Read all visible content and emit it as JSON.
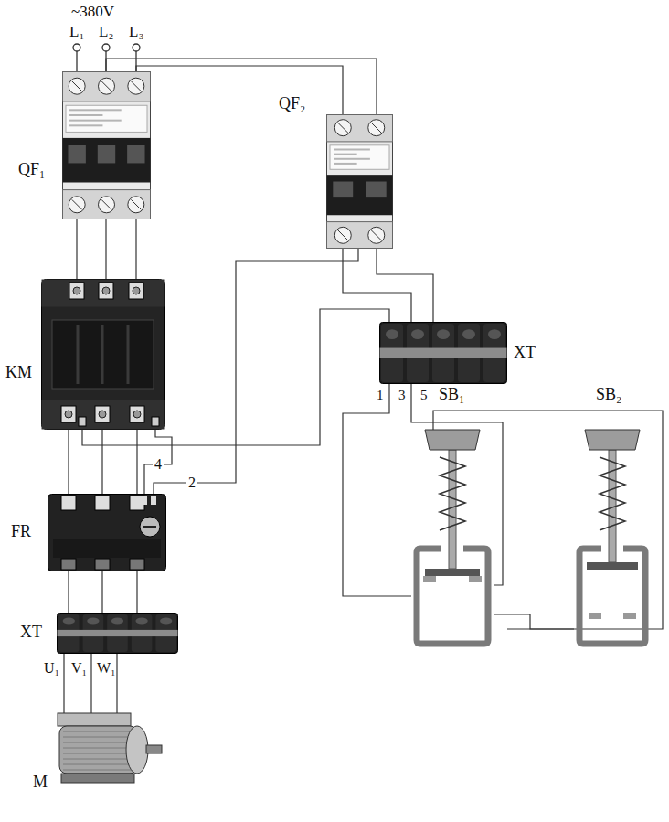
{
  "diagram": {
    "nodes": [
      {
        "text": [
          "QF₁"
        ]
      },
      {
        "text": [
          "QF₂"
        ]
      },
      {
        "text": [
          "KM"
        ]
      },
      {
        "text": [
          "XT"
        ]
      },
      {
        "text": [
          "FR"
        ]
      },
      {
        "text": [
          "XT"
        ]
      },
      {
        "text": [
          "SB₁"
        ]
      },
      {
        "text": [
          "SB₂"
        ]
      },
      {
        "text": [
          "M"
        ]
      }
    ],
    "edges": [
      {
        "from": 0,
        "to": 1,
        "arrow": "none"
      },
      {
        "from": 0,
        "to": 2,
        "arrow": "none"
      },
      {
        "from": 1,
        "to": 3,
        "arrow": "none"
      },
      {
        "from": 2,
        "to": 3,
        "arrow": "none"
      },
      {
        "from": 2,
        "to": 4,
        "arrow": "none"
      },
      {
        "from": 4,
        "to": 1,
        "arrow": "none",
        "label": "2"
      },
      {
        "from": 4,
        "to": 2,
        "arrow": "none",
        "label": "4"
      },
      {
        "from": 4,
        "to": 5,
        "arrow": "none"
      },
      {
        "from": 5,
        "to": 8,
        "arrow": "none"
      },
      {
        "from": 3,
        "to": 6,
        "arrow": "none"
      },
      {
        "from": 6,
        "to": 7,
        "arrow": "none"
      },
      {
        "from": 7,
        "to": 3,
        "arrow": "none"
      }
    ],
    "labels": [
      "~380V",
      "L₁",
      "L₂",
      "L₃",
      "1",
      "3",
      "5",
      "U₁",
      "V₁",
      "W₁"
    ]
  }
}
